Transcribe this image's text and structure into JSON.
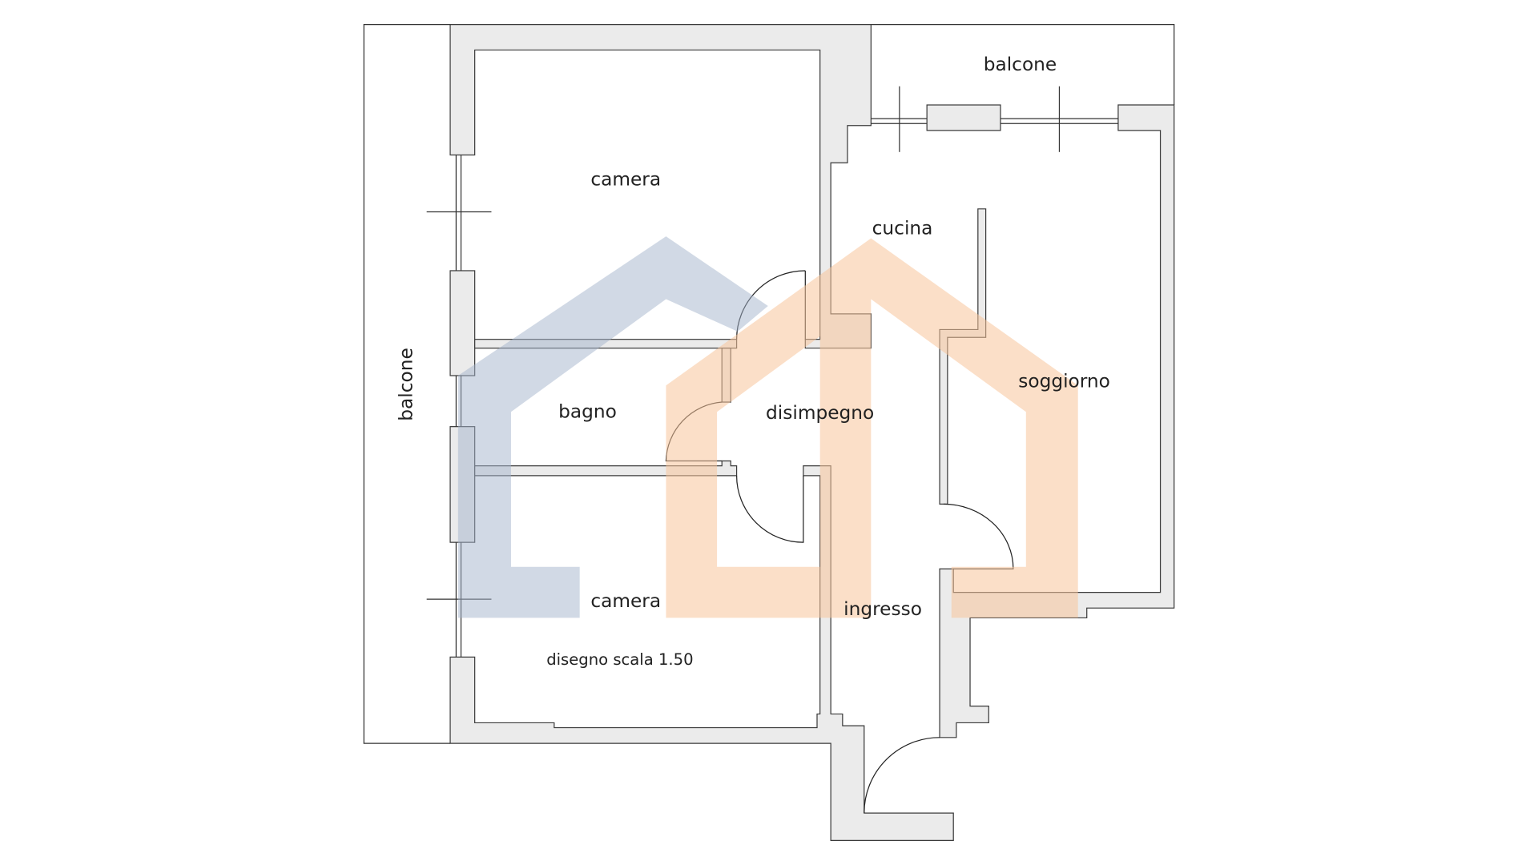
{
  "plan": {
    "rooms": {
      "camera_top": "camera",
      "camera_bottom": "camera",
      "bagno": "bagno",
      "disimpegno": "disimpegno",
      "cucina": "cucina",
      "soggiorno": "soggiorno",
      "ingresso": "ingresso",
      "balcone_left": "balcone",
      "balcone_top": "balcone"
    },
    "scale_note": "disegno scala 1.50"
  },
  "watermark": {
    "colors": {
      "blue": "#a3b3cc",
      "orange": "#f7c49a"
    }
  },
  "colors": {
    "wall_fill": "#ebebeb",
    "line": "#333333"
  }
}
